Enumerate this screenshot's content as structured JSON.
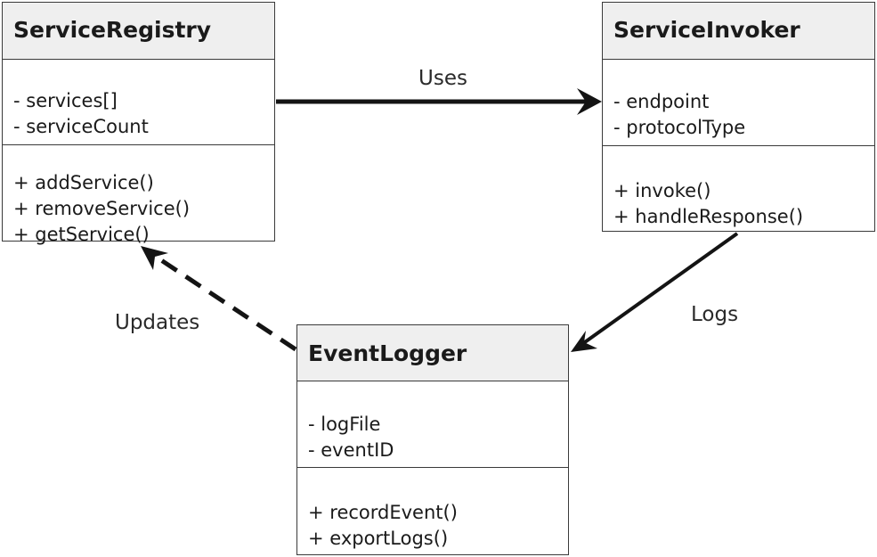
{
  "classes": {
    "registry": {
      "name": "ServiceRegistry",
      "attributes": [
        "- services[]",
        "- serviceCount"
      ],
      "operations": [
        "+ addService()",
        "+ removeService()",
        "+ getService()"
      ]
    },
    "invoker": {
      "name": "ServiceInvoker",
      "attributes": [
        "- endpoint",
        "- protocolType"
      ],
      "operations": [
        "+ invoke()",
        "+ handleResponse()"
      ]
    },
    "logger": {
      "name": "EventLogger",
      "attributes": [
        "- logFile",
        "- eventID"
      ],
      "operations": [
        "+ recordEvent()",
        "+ exportLogs()"
      ]
    }
  },
  "relations": {
    "uses": "Uses",
    "logs": "Logs",
    "updates": "Updates"
  }
}
